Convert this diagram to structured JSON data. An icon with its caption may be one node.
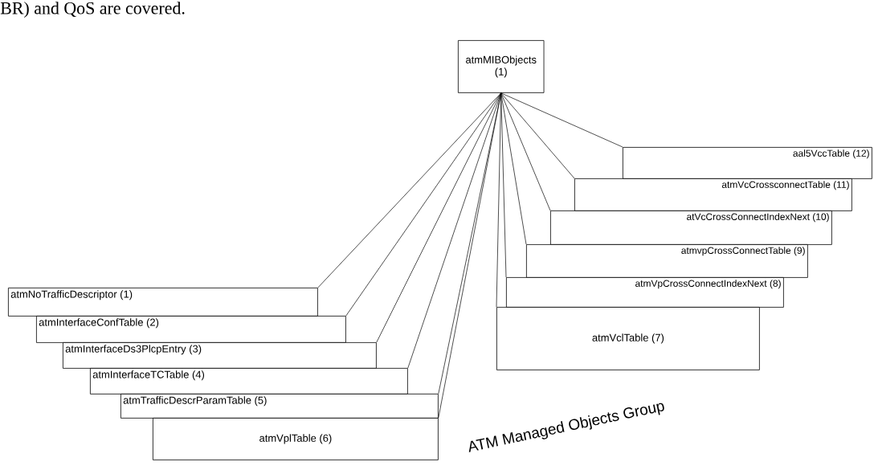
{
  "diagram": {
    "caption": "ATM Managed Objects Group",
    "nodes": [
      {
        "text": [
          "atmMIBObjects (1)"
        ]
      },
      {
        "text": [
          "atmNoTrafficDescriptor (1)"
        ]
      },
      {
        "text": [
          "atmInterfaceConfTable (2)"
        ]
      },
      {
        "text": [
          "atmInterfaceDs3PlcpEntry (3)"
        ]
      },
      {
        "text": [
          "atmInterfaceTCTable (4)"
        ]
      },
      {
        "text": [
          "atmTrafficDescrParamTable (5)"
        ]
      },
      {
        "text": [
          "atmVplTable (6)"
        ]
      },
      {
        "text": [
          "atmVclTable (7)"
        ]
      },
      {
        "text": [
          "atmVpCrossConnectIndexNext (8)"
        ]
      },
      {
        "text": [
          "atmvpCrossConnectTable (9)"
        ]
      },
      {
        "text": [
          "atVcCrossConnectIndexNext (10)"
        ]
      },
      {
        "text": [
          "atmVcCrossconnectTable (11)"
        ]
      },
      {
        "text": [
          "aal5VccTable (12)"
        ]
      }
    ],
    "edges": [
      {
        "from": 1,
        "to": 0,
        "arrow": "none"
      },
      {
        "from": 2,
        "to": 0,
        "arrow": "none"
      },
      {
        "from": 3,
        "to": 0,
        "arrow": "none"
      },
      {
        "from": 4,
        "to": 0,
        "arrow": "none"
      },
      {
        "from": 5,
        "to": 0,
        "arrow": "none"
      },
      {
        "from": 6,
        "to": 0,
        "arrow": "none"
      },
      {
        "from": 7,
        "to": 0,
        "arrow": "none"
      },
      {
        "from": 8,
        "to": 0,
        "arrow": "none"
      },
      {
        "from": 9,
        "to": 0,
        "arrow": "none"
      },
      {
        "from": 10,
        "to": 0,
        "arrow": "none"
      },
      {
        "from": 11,
        "to": 0,
        "arrow": "none"
      },
      {
        "from": 12,
        "to": 0,
        "arrow": "none"
      }
    ],
    "labels": [
      "BR) and QoS are covered."
    ]
  }
}
